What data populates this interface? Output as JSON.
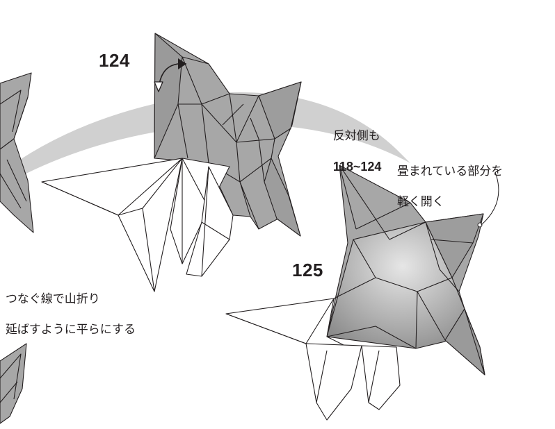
{
  "steps": {
    "step_124": "124",
    "step_125": "125"
  },
  "notes": {
    "reverse_side": "反対側も",
    "reverse_range": "118~124",
    "open_line_1": "畳まれている部分を",
    "open_line_2": "軽く開く",
    "mountain_line_1": "つなぐ線で山折り",
    "mountain_line_2": "延ばすように平らにする"
  },
  "colors": {
    "paper_gray": "#a7a7a7",
    "paper_dark": "#8c8c8c",
    "paper_white": "#ffffff",
    "arrow_band": "#d0d0d0",
    "ink": "#231f20"
  }
}
